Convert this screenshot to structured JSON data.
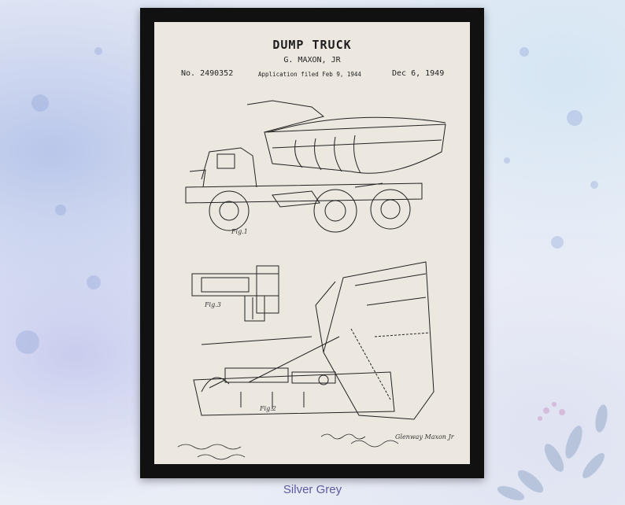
{
  "poster": {
    "title": "DUMP TRUCK",
    "inventor": "G. MAXON, JR",
    "patent_number": "No. 2490352",
    "filed": "Application filed Feb 9, 1944",
    "date": "Dec 6, 1949",
    "fig1": "Fig.1",
    "fig2": "Fig.2",
    "fig3": "Fig.3",
    "signature": "Glenway Maxon Jr"
  },
  "caption": "Silver Grey",
  "colors": {
    "frame": "#111111",
    "paper": "#ece8e0",
    "ink": "#1e1e1e",
    "caption": "#5a5aa0"
  }
}
